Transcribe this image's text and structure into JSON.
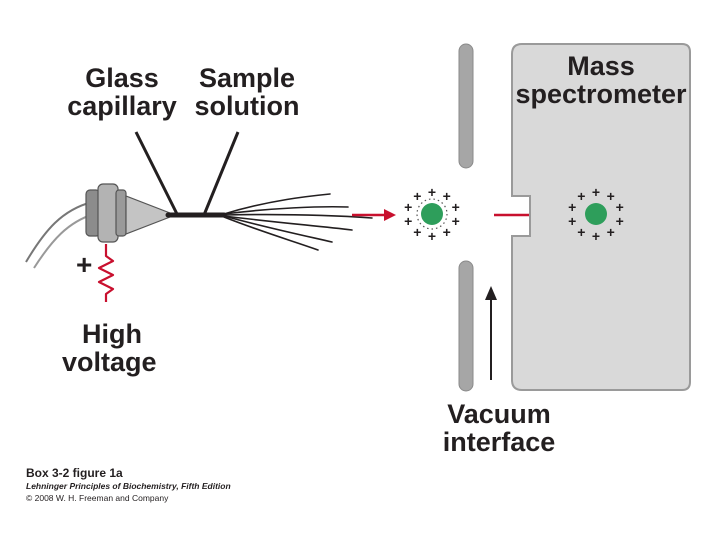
{
  "labels": {
    "glass_capillary": [
      "Glass",
      "capillary"
    ],
    "sample_solution": [
      "Sample",
      "solution"
    ],
    "mass_spectrometer": [
      "Mass",
      "spectrometer"
    ],
    "high_voltage": [
      "High",
      "voltage"
    ],
    "vacuum_interface": [
      "Vacuum",
      "interface"
    ],
    "plus_sign": "+"
  },
  "caption": {
    "figure": "Box 3-2 figure 1a",
    "book": "Lehninger Principles of Biochemistry, Fifth Edition",
    "copyright": "© 2008 W. H. Freeman and Company"
  },
  "ion_charge": "+",
  "colors": {
    "ink": "#231f20",
    "arrow_red": "#c8102e",
    "ion_green": "#2e9e5b",
    "spectrometer_fill": "#d9d9d9",
    "plate_fill": "#a6a6a6"
  }
}
